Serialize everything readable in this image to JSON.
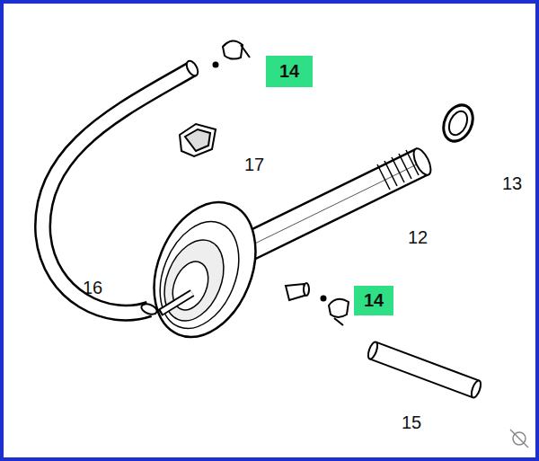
{
  "diagram": {
    "nodes": [
      {
        "text": [
          "14"
        ]
      },
      {
        "text": [
          "14"
        ]
      }
    ],
    "edges": [],
    "labels": [
      "17",
      "13",
      "12",
      "16",
      "15"
    ]
  }
}
